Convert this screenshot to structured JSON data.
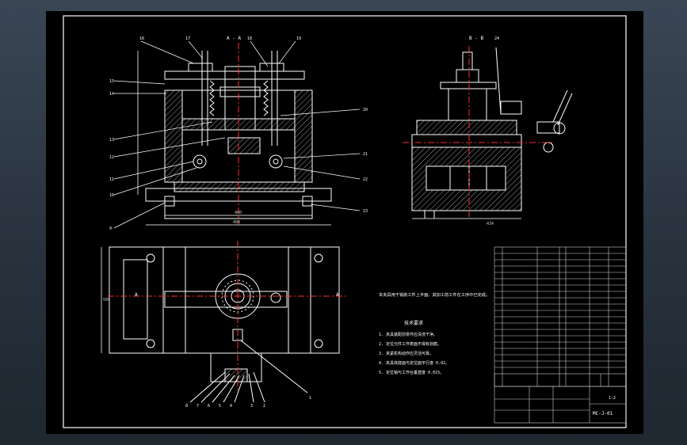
{
  "colors": {
    "frame_bg": "#2b3440",
    "sheet": "#000000",
    "line": "#ffffff",
    "center": "#ff3030",
    "hatch": "#ffffff",
    "dim": "#c8c8c8",
    "table": "#d0d0d0"
  },
  "views": {
    "front_section_label": "A - A",
    "side_section_label": "B - B",
    "side_section_tag": "24",
    "balloons_top": [
      "16",
      "17",
      "18",
      "19"
    ],
    "balloons_left": [
      "15",
      "14",
      "13",
      "12",
      "11",
      "10",
      "9"
    ],
    "balloons_right": [
      "20",
      "21",
      "22",
      "23"
    ],
    "balloons_bottom": [
      "8",
      "7",
      "6",
      "5",
      "4",
      "3",
      "2",
      "1"
    ],
    "dim_front_width": "400",
    "dim_front_base": "480",
    "dim_side_width": "434",
    "dim_plan_height": "500",
    "plan_section_marks": [
      "A",
      "A"
    ]
  },
  "notes": {
    "heading_label": "技术要求",
    "intro": "本夹具用于铣削工件上平面，其加工前工件在工序中已完成。",
    "items": [
      "1. 夹具装配前零件应清洗干净。",
      "2. 定位元件工作表面不得有划痕。",
      "3. 夹紧机构动作应灵活可靠。",
      "4. 夹具体底面与定位面平行度 0.02。",
      "5. 定位销与工作台垂直度 0.015。"
    ]
  },
  "title_block": {
    "drawing_no": "MC-J-01",
    "scale": "1:2"
  }
}
